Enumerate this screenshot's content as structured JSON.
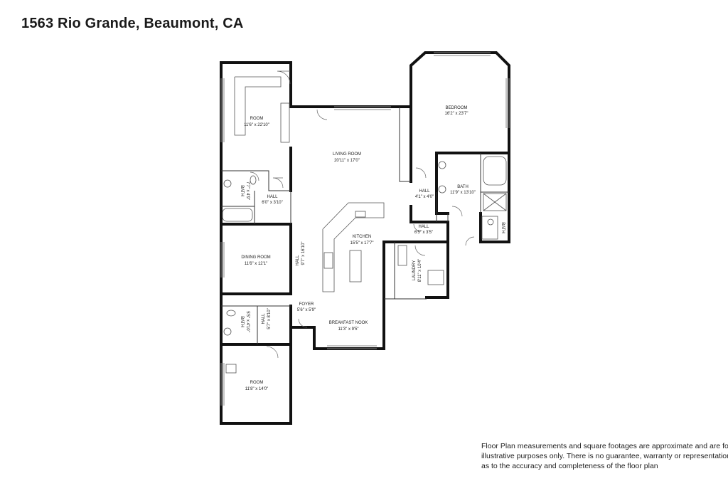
{
  "header": {
    "title": "1563 Rio Grande, Beaumont, CA"
  },
  "disclaimer": {
    "line1": "Floor Plan measurements and square footages are approximate and are for",
    "line2": "illustrative purposes only. There is no guarantee, warranty or representation",
    "line3": "as to the accuracy and completeness of the floor plan"
  },
  "rooms": {
    "room_top": {
      "name": "ROOM",
      "dims": "11'6\" x 22'10\""
    },
    "bath_left": {
      "name": "BATH",
      "dims": "7'7\" x 4'9\""
    },
    "hall_left": {
      "name": "HALL",
      "dims": "6'0\" x 3'10\""
    },
    "dining": {
      "name": "DINING ROOM",
      "dims": "11'6\" x 12'1\""
    },
    "hall_mid": {
      "name": "HALL",
      "dims": "9'7\" x 16'10\""
    },
    "bath_lower": {
      "name": "BATH",
      "dims": "5'5\" x 4'10\""
    },
    "hall_lower": {
      "name": "HALL",
      "dims": "5'7\" x 8'10\""
    },
    "foyer": {
      "name": "FOYER",
      "dims": "5'6\" x 5'9\""
    },
    "room_bottom": {
      "name": "ROOM",
      "dims": "11'8\" x 14'0\""
    },
    "living": {
      "name": "LIVING ROOM",
      "dims": "20'11\" x 17'0\""
    },
    "kitchen": {
      "name": "KITCHEN",
      "dims": "15'5\" x 17'7\""
    },
    "breakfast": {
      "name": "BREAKFAST NOOK",
      "dims": "11'3\" x 9'5\""
    },
    "laundry": {
      "name": "LAUNDRY",
      "dims": "8'11\" x 10'4\""
    },
    "bedroom": {
      "name": "BEDROOM",
      "dims": "16'2\" x 23'7\""
    },
    "bath_master": {
      "name": "BATH",
      "dims": "11'9\" x 13'10\""
    },
    "hall_right1": {
      "name": "HALL",
      "dims": "4'1\" x 4'0\""
    },
    "hall_right2": {
      "name": "HALL",
      "dims": "6'5\" x 3'5\""
    },
    "bath_small": {
      "name": "BATH",
      "dims": ""
    }
  }
}
